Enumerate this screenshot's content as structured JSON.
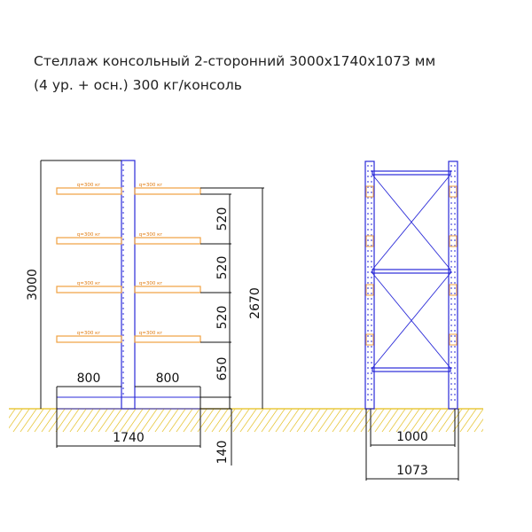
{
  "title": {
    "line1": "Стеллаж консольный 2-сторонний 3000х1740х1073 мм",
    "line2": "(4 ур. + осн.) 300 кг/консоль"
  },
  "arm_load_label": "q=300 кг",
  "dimensions": {
    "total_height": "3000",
    "top_arm_height": "2670",
    "level_spacing_1": "520",
    "level_spacing_2": "520",
    "level_spacing_3": "520",
    "bottom_level": "650",
    "base_height": "140",
    "arm_left": "800",
    "arm_right": "800",
    "base_length": "1740",
    "inner_width": "1000",
    "outer_width": "1073"
  },
  "colors": {
    "frame": "#2a2ad8",
    "arm": "#f0a040",
    "dimension": "#111111",
    "ground": "#e8c840"
  }
}
